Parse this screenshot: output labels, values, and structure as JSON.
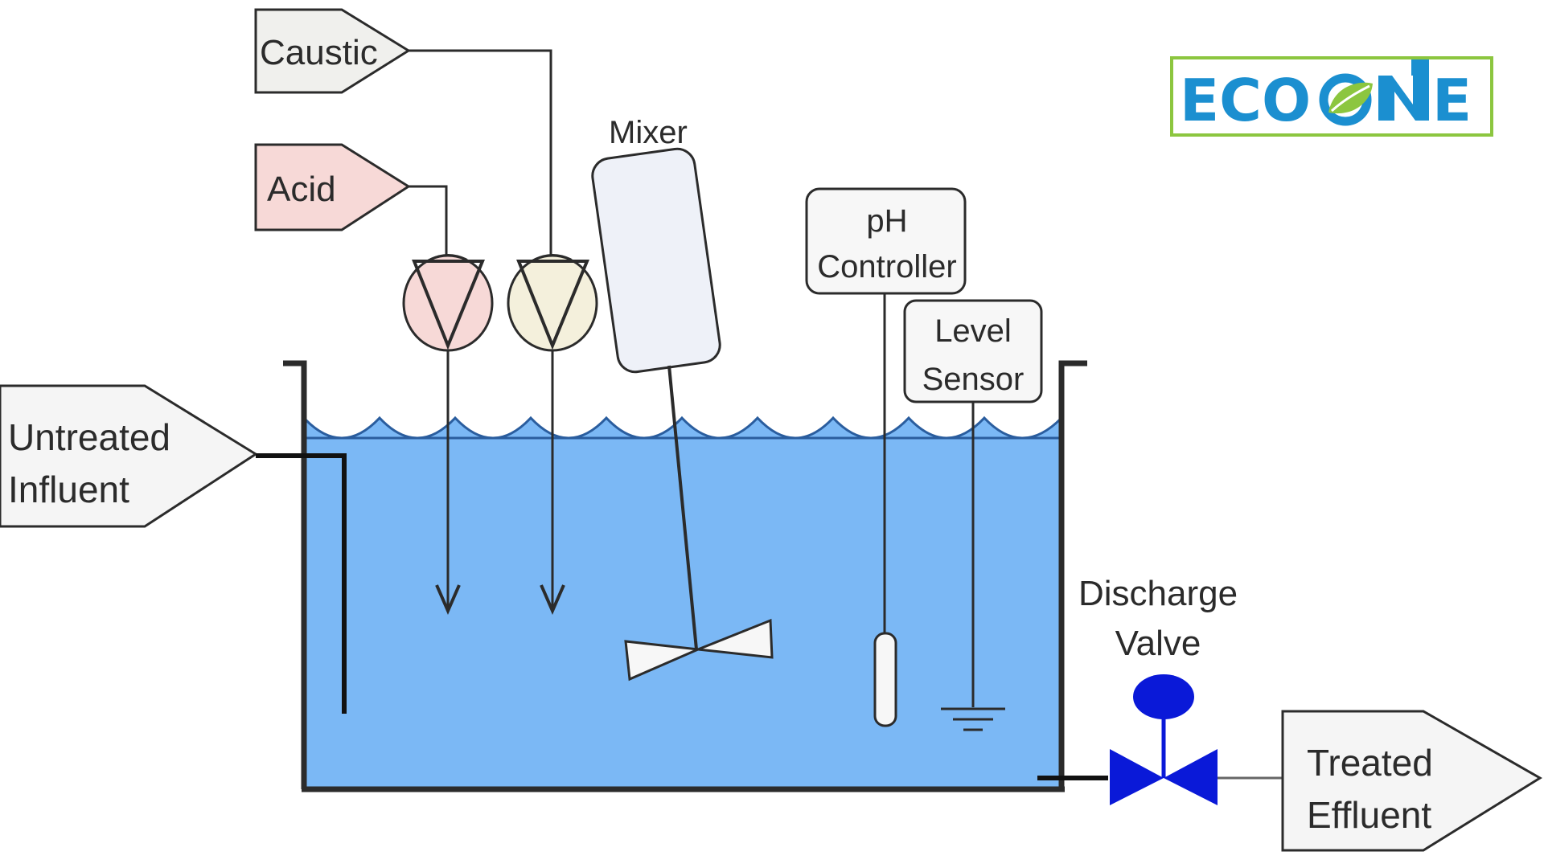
{
  "labels": {
    "caustic": "Caustic",
    "acid": "Acid",
    "mixer": "Mixer",
    "ph_controller_line1": "pH",
    "ph_controller_line2": "Controller",
    "level_sensor_line1": "Level",
    "level_sensor_line2": "Sensor",
    "untreated_line1": "Untreated",
    "untreated_line2": "Influent",
    "discharge_line1": "Discharge",
    "discharge_line2": "Valve",
    "treated_line1": "Treated",
    "treated_line2": "Effluent"
  },
  "logo": {
    "text_left": "ECO",
    "text_right": "E",
    "brand_blue": "#1b8fd0",
    "brand_green": "#8cc63f"
  },
  "colors": {
    "water": "#7bb8f5",
    "wave": "#2a5d9e",
    "valve": "#0a19d8",
    "acid_fill": "#f7d9d7",
    "caustic_fill": "#f4f0dc",
    "line": "#2b2b2b"
  }
}
